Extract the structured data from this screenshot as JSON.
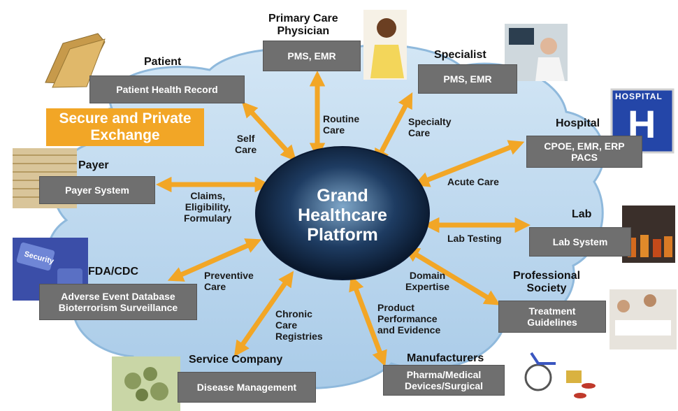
{
  "center": {
    "title": "Grand\nHealthcare\nPlatform"
  },
  "highlight": {
    "text": "Secure and Private\nExchange"
  },
  "nodes": {
    "patient": {
      "label": "Patient",
      "box": "Patient Health Record",
      "flow": "Self\nCare"
    },
    "primary_care": {
      "label": "Primary Care\nPhysician",
      "box": "PMS, EMR",
      "flow": "Routine\nCare"
    },
    "specialist": {
      "label": "Specialist",
      "box": "PMS, EMR",
      "flow": "Specialty\nCare"
    },
    "hospital": {
      "label": "Hospital",
      "box": "CPOE, EMR, ERP\nPACS",
      "flow": "Acute Care",
      "sign_text": "HOSPITAL",
      "sign_letter": "H"
    },
    "payer": {
      "label": "Payer",
      "box": "Payer System",
      "flow": "Claims,\nEligibility,\nFormulary"
    },
    "lab": {
      "label": "Lab",
      "box": "Lab System",
      "flow": "Lab Testing"
    },
    "fda": {
      "label": "FDA/CDC",
      "box": "Adverse Event Database\nBioterrorism Surveillance",
      "flow": "Preventive\nCare",
      "key_text": "Security"
    },
    "professional": {
      "label": "Professional\nSociety",
      "box": "Treatment\nGuidelines",
      "flow": "Domain\nExpertise"
    },
    "service": {
      "label": "Service Company",
      "box": "Disease Management",
      "flow": "Chronic\nCare\nRegistries"
    },
    "manufacturers": {
      "label": "Manufacturers",
      "box": "Pharma/Medical\nDevices/Surgical",
      "flow": "Product\nPerformance\nand Evidence"
    }
  },
  "colors": {
    "cloud": "#b9d7ee",
    "cloud_edge": "#8fb9dc",
    "arrow": "#f2a626",
    "box": "#6f6f6f",
    "center_dark": "#0b1a33",
    "center_light": "#7fa7c9"
  }
}
